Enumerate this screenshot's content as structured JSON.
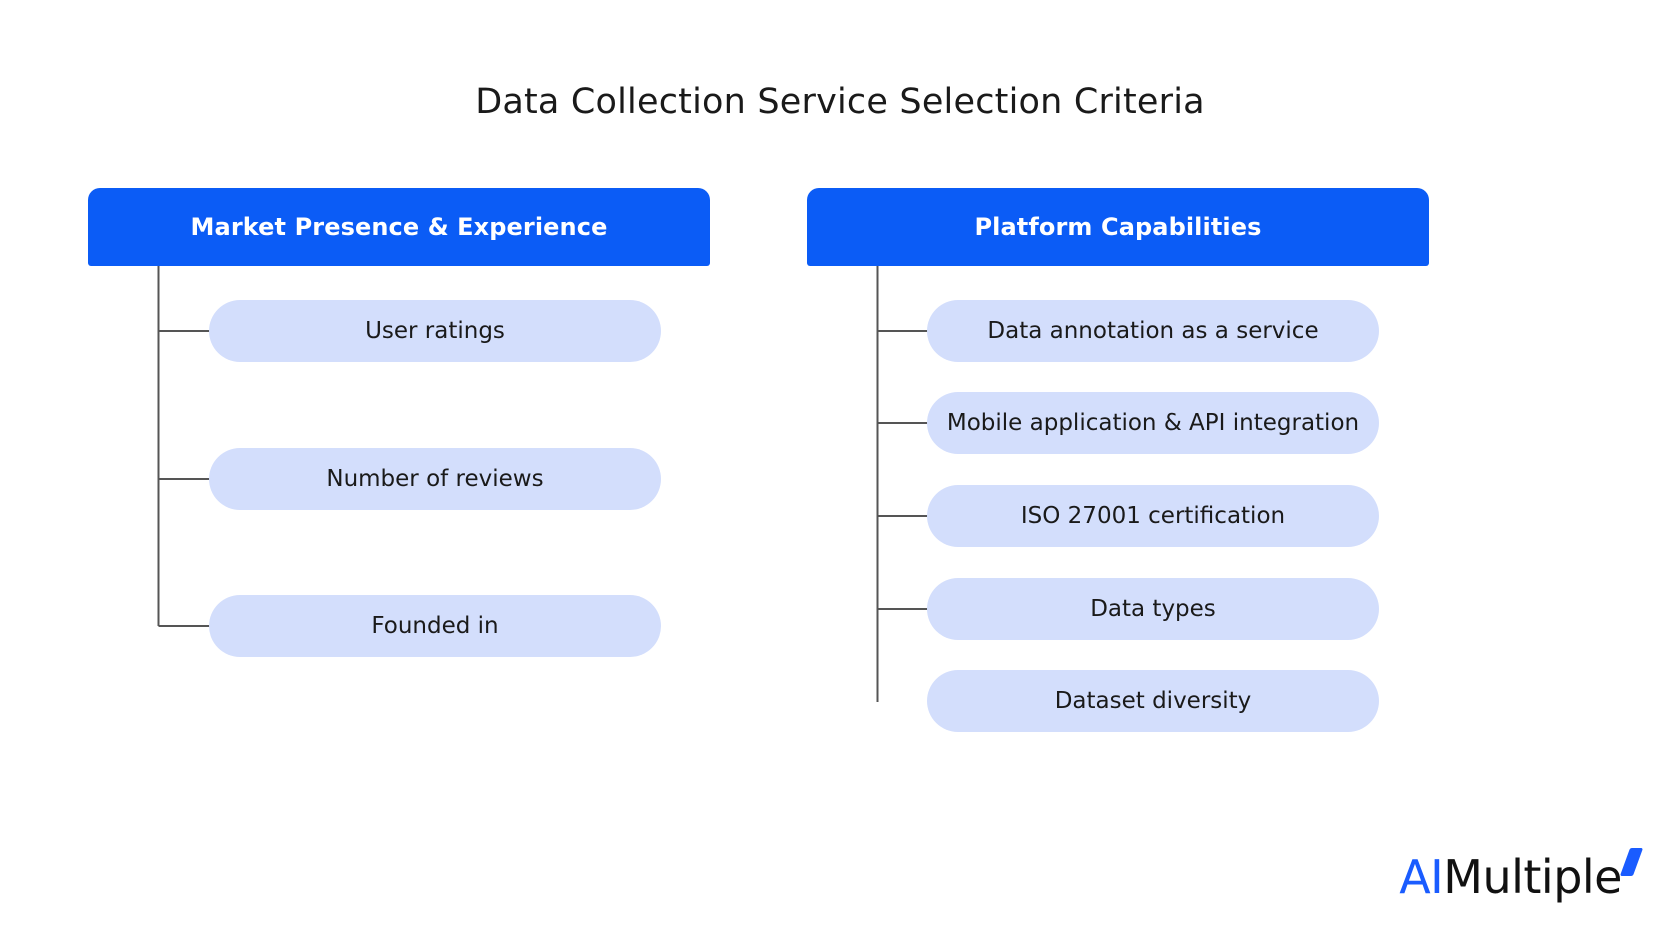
{
  "title": "Data Collection Service Selection Criteria",
  "branches": [
    {
      "id": "market-presence",
      "header": "Market Presence & Experience",
      "items": [
        {
          "label": "User ratings"
        },
        {
          "label": "Number of reviews"
        },
        {
          "label": "Founded in"
        }
      ]
    },
    {
      "id": "platform-capabilities",
      "header": "Platform Capabilities",
      "items": [
        {
          "label": "Data annotation as a service"
        },
        {
          "label": "Mobile application & API integration"
        },
        {
          "label": "ISO 27001 certification"
        },
        {
          "label": "Data types"
        },
        {
          "label": "Dataset diversity"
        }
      ]
    }
  ],
  "logo": {
    "primary": "AI",
    "secondary": "Multiple"
  },
  "colors": {
    "header_blue": "#0B5CF6",
    "pill_blue": "#D3DEFC",
    "connector": "#555555",
    "logo_blue": "#1A5CFF",
    "background": "#FFFFFF",
    "text": "#1A1A1A"
  }
}
